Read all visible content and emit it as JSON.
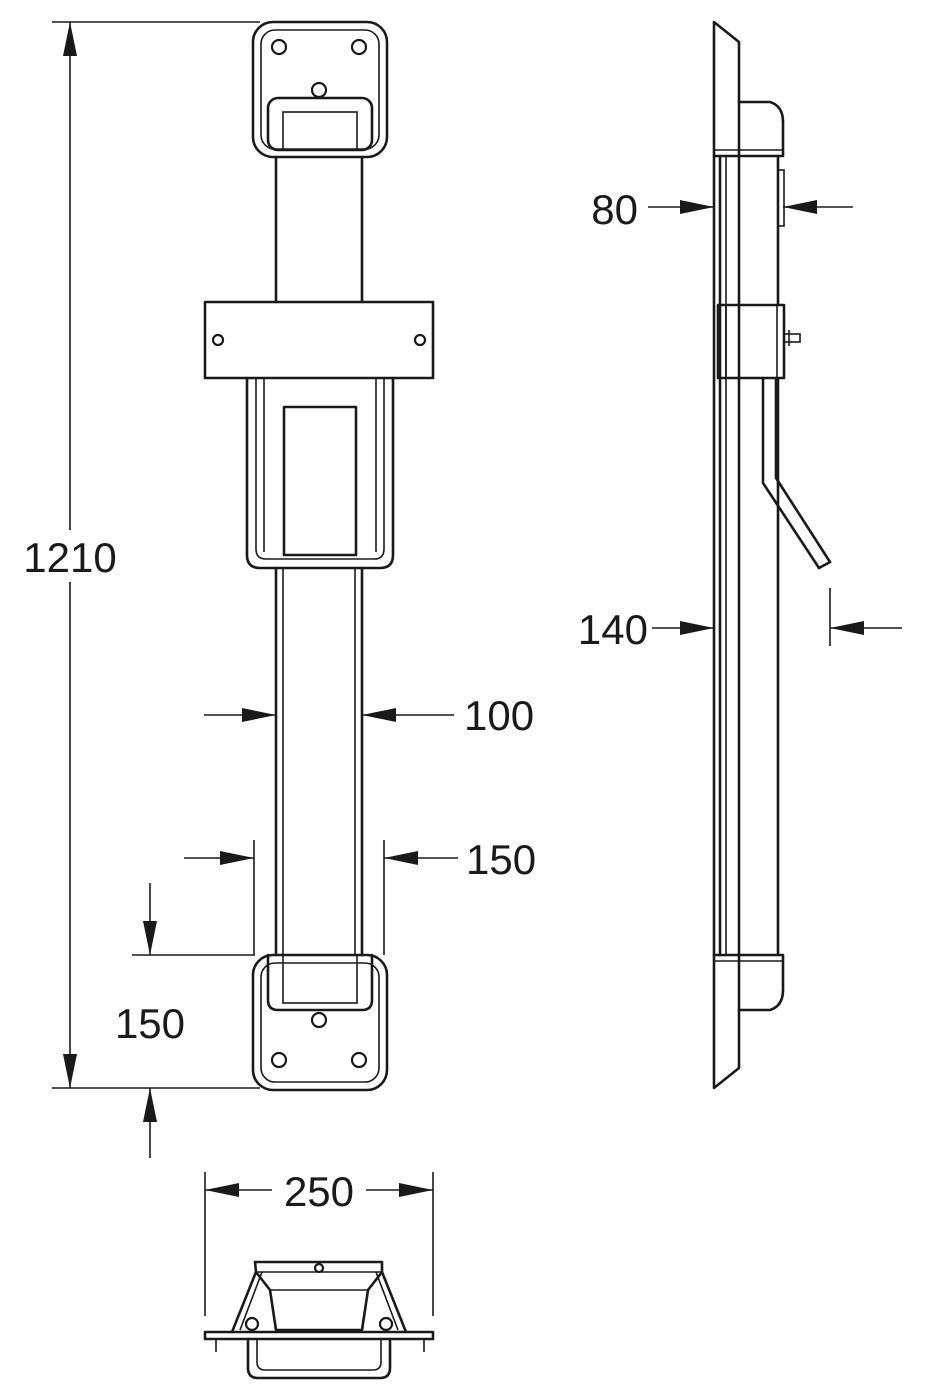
{
  "dimensions": {
    "overall_height": "1210",
    "bottom_offset": "150",
    "tube_width": "100",
    "frame_width": "150",
    "base_width": "250",
    "wall_depth": "80",
    "handle_depth": "140"
  },
  "colors": {
    "line": "#1a1a1a",
    "background": "#ffffff"
  }
}
